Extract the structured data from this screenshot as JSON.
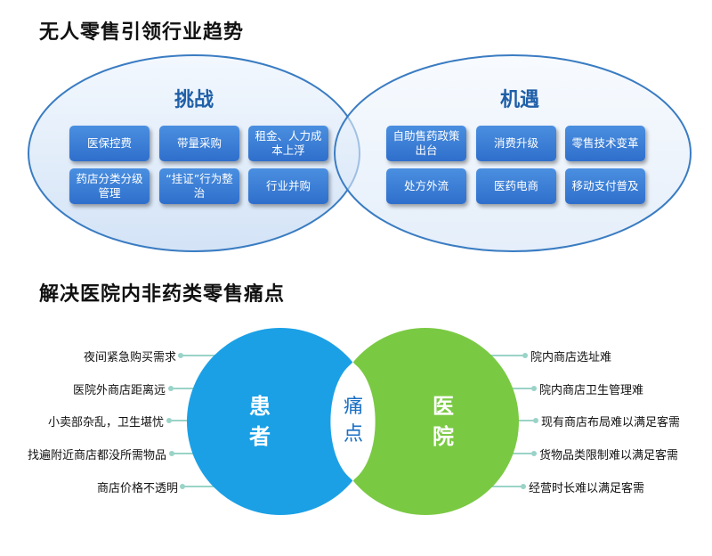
{
  "top": {
    "heading": "无人零售引领行业趋势",
    "challenges": {
      "title": "挑战",
      "items": [
        "医保控费",
        "带量采购",
        "租金、人力成本上浮",
        "药店分类分级管理",
        "“挂证”行为整治",
        "行业并购"
      ]
    },
    "opportunities": {
      "title": "机遇",
      "items": [
        "自助售药政策出台",
        "消费升级",
        "零售技术变革",
        "处方外流",
        "医药电商",
        "移动支付普及"
      ]
    }
  },
  "bottom": {
    "heading": "解决医院内非药类零售痛点",
    "patient": "患者",
    "pain": "痛点",
    "hospital": "医院",
    "left_items": [
      "夜间紧急购买需求",
      "医院外商店距离远",
      "小卖部杂乱，卫生堪忧",
      "找遍附近商店都没所需物品",
      "商店价格不透明"
    ],
    "right_items": [
      "院内商店选址难",
      "院内商店卫生管理难",
      "现有商店布局难以满足客需",
      "货物品类限制难以满足客需",
      "经营时长难以满足客需"
    ]
  },
  "colors": {
    "blue": "#1ba0e6",
    "green": "#7ac943",
    "box": "#3a7fd8",
    "ellipse": "#dde9f7"
  }
}
